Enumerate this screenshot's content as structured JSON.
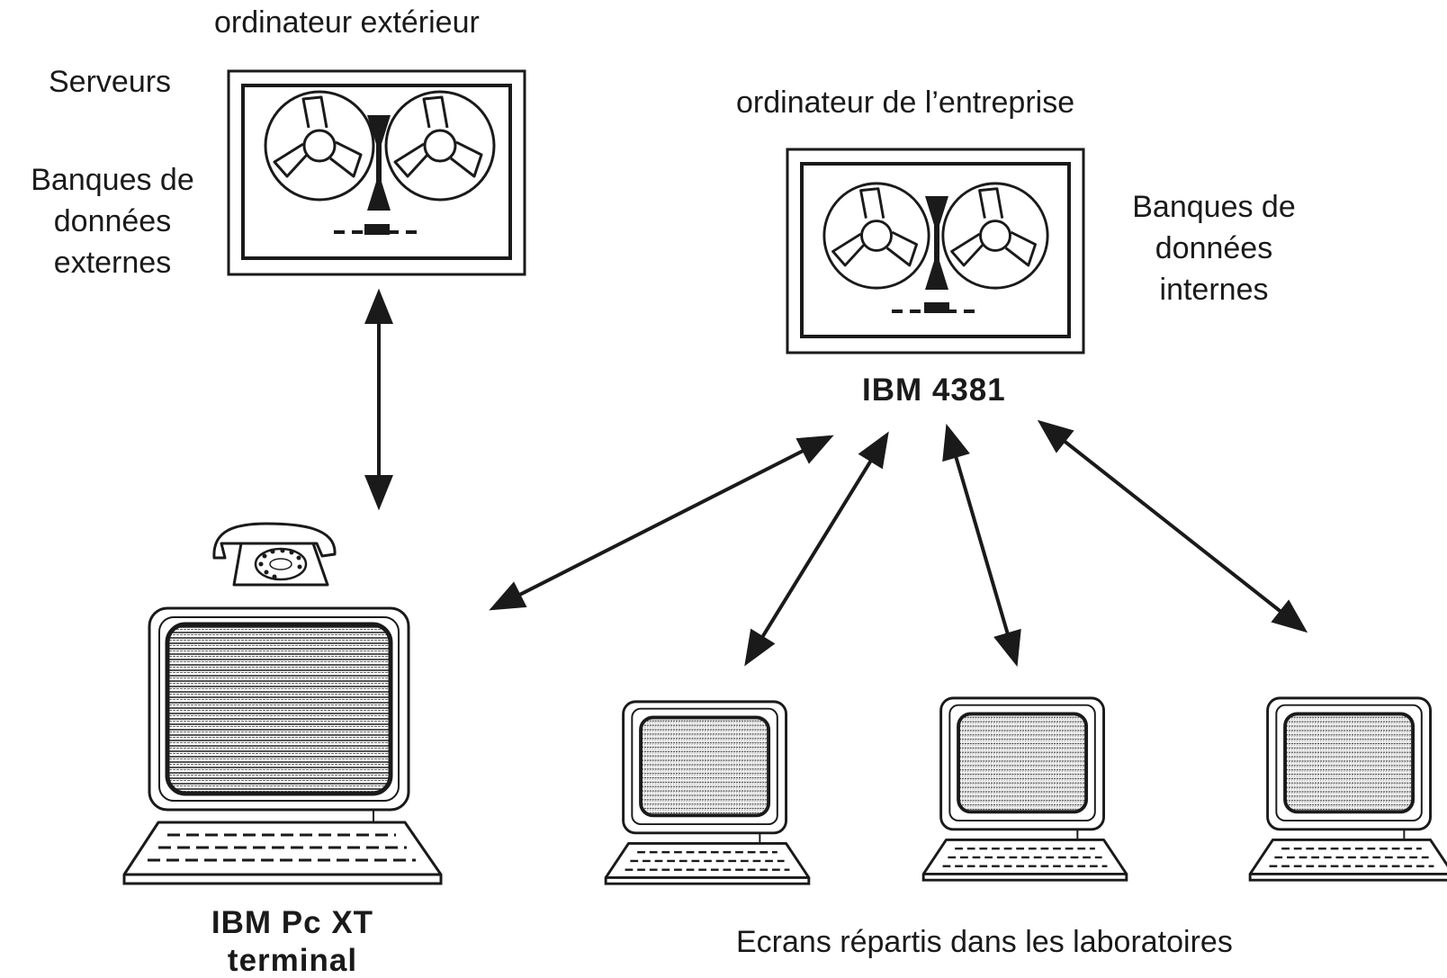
{
  "labels": {
    "external_computer": "ordinateur extérieur",
    "servers": "Serveurs",
    "external_db": [
      "Banques de",
      "données",
      "externes"
    ],
    "company_computer": "ordinateur de l’entreprise",
    "internal_db": [
      "Banques de",
      "données",
      "internes"
    ],
    "mainframe": "IBM 4381",
    "pc_model": "IBM Pc XT",
    "pc_role": "terminal",
    "lab_screens": "Ecrans répartis dans les laboratoires"
  },
  "nodes": [
    {
      "id": "external-server",
      "type": "tape-drive",
      "label_ref": "external_computer"
    },
    {
      "id": "company-mainframe",
      "type": "tape-drive",
      "label_ref": "mainframe"
    },
    {
      "id": "pc-terminal",
      "type": "computer-with-telephone",
      "label_ref": "pc_model"
    },
    {
      "id": "lab-screen-1",
      "type": "terminal"
    },
    {
      "id": "lab-screen-2",
      "type": "terminal"
    },
    {
      "id": "lab-screen-3",
      "type": "terminal"
    }
  ],
  "links": [
    {
      "from": "external-server",
      "to": "pc-terminal",
      "direction": "bidirectional"
    },
    {
      "from": "company-mainframe",
      "to": "pc-terminal",
      "direction": "bidirectional"
    },
    {
      "from": "company-mainframe",
      "to": "lab-screen-1",
      "direction": "bidirectional"
    },
    {
      "from": "company-mainframe",
      "to": "lab-screen-2",
      "direction": "bidirectional"
    },
    {
      "from": "company-mainframe",
      "to": "lab-screen-3",
      "direction": "bidirectional"
    }
  ],
  "colors": {
    "ink": "#1a1a1a",
    "background": "#ffffff",
    "screen_fill": "#bdbdbd"
  },
  "icons": [
    "tape-reel-icon",
    "telephone-icon",
    "monitor-icon",
    "keyboard-icon",
    "double-arrow-icon"
  ]
}
